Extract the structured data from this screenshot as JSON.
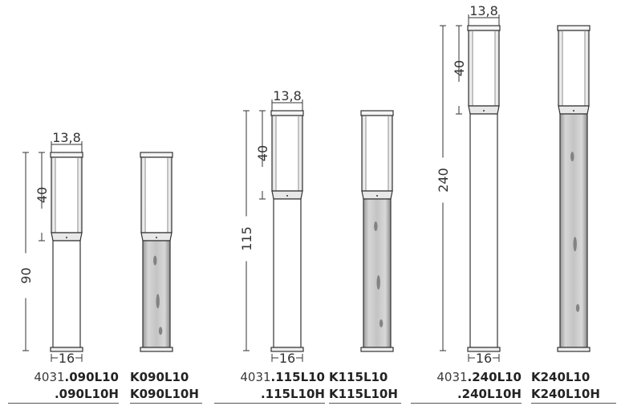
{
  "products": [
    {
      "dims": {
        "head_width": "13,8",
        "head_height": "40",
        "total_height": "90",
        "pole_width": "16"
      },
      "codes": [
        {
          "prefix": "4031",
          "suffix": ".090",
          "model": "L10"
        },
        {
          "prefix": "",
          "suffix": ".090",
          "model": "L10H"
        }
      ],
      "alt_codes": [
        {
          "prefix": "K090",
          "model": "L10"
        },
        {
          "prefix": "K090",
          "model": "L10H"
        }
      ]
    },
    {
      "dims": {
        "head_width": "13,8",
        "head_height": "40",
        "total_height": "115",
        "pole_width": "16"
      },
      "codes": [
        {
          "prefix": "4031",
          "suffix": ".115",
          "model": "L10"
        },
        {
          "prefix": "",
          "suffix": ".115",
          "model": "L10H"
        }
      ],
      "alt_codes": [
        {
          "prefix": "K115",
          "model": "L10"
        },
        {
          "prefix": "K115",
          "model": "L10H"
        }
      ]
    },
    {
      "dims": {
        "head_width": "13,8",
        "head_height": "40",
        "total_height": "240",
        "pole_width": "16"
      },
      "codes": [
        {
          "prefix": "4031",
          "suffix": ".240",
          "model": "L10"
        },
        {
          "prefix": "",
          "suffix": ".240",
          "model": "L10H"
        }
      ],
      "alt_codes": [
        {
          "prefix": "K240",
          "model": "L10"
        },
        {
          "prefix": "K240",
          "model": "L10H"
        }
      ]
    }
  ],
  "colors": {
    "line": "#333333",
    "wood": "#bfbfbf",
    "wood_dark": "#6b6b6b",
    "steel": "#ffffff"
  }
}
